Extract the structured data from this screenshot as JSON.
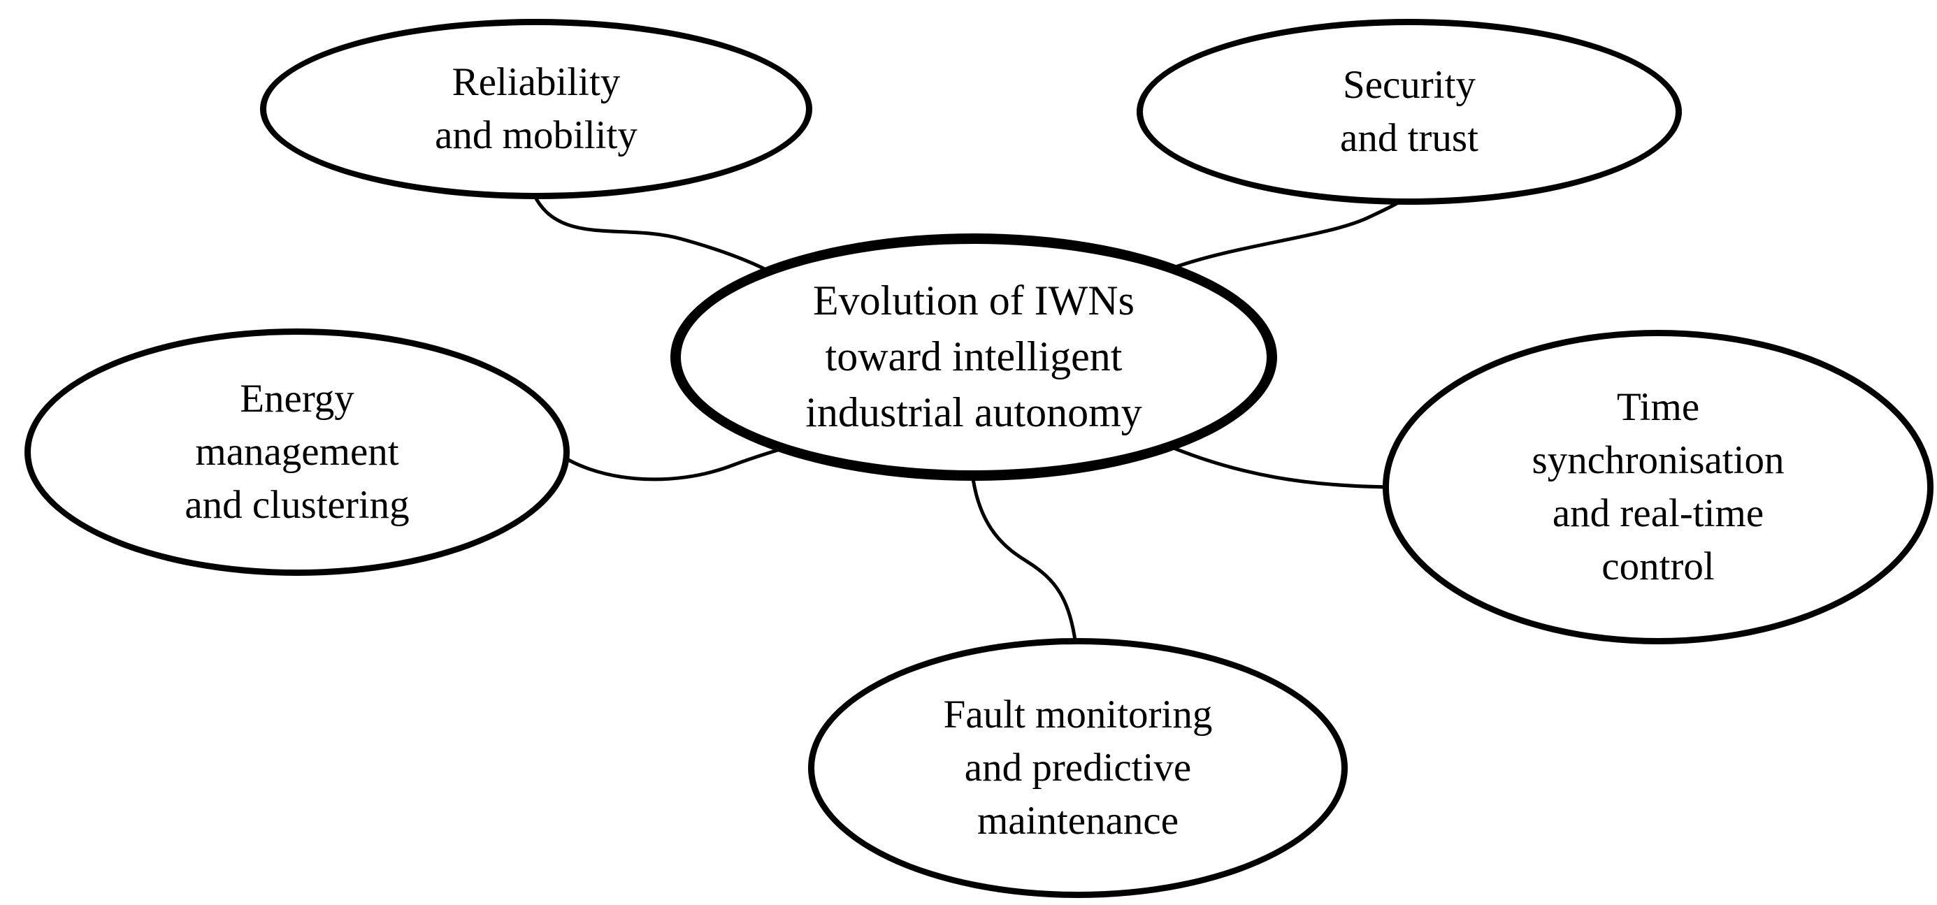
{
  "diagram": {
    "background_color": "#ffffff",
    "stroke_color": "#000000",
    "text_color": "#000000",
    "nodes": {
      "center": {
        "label": "Evolution of IWNs\ntoward intelligent\nindustrial autonomy",
        "role": "central-topic"
      },
      "reliability": {
        "label": "Reliability\nand mobility",
        "role": "branch"
      },
      "security": {
        "label": "Security\nand trust",
        "role": "branch"
      },
      "energy": {
        "label": "Energy\nmanagement\nand clustering",
        "role": "branch"
      },
      "time": {
        "label": "Time\nsynchronisation\nand real-time\ncontrol",
        "role": "branch"
      },
      "fault": {
        "label": "Fault monitoring\nand predictive\nmaintenance",
        "role": "branch"
      }
    },
    "edges": [
      {
        "from": "reliability",
        "to": "center"
      },
      {
        "from": "security",
        "to": "center"
      },
      {
        "from": "energy",
        "to": "center"
      },
      {
        "from": "time",
        "to": "center"
      },
      {
        "from": "fault",
        "to": "center"
      }
    ]
  }
}
